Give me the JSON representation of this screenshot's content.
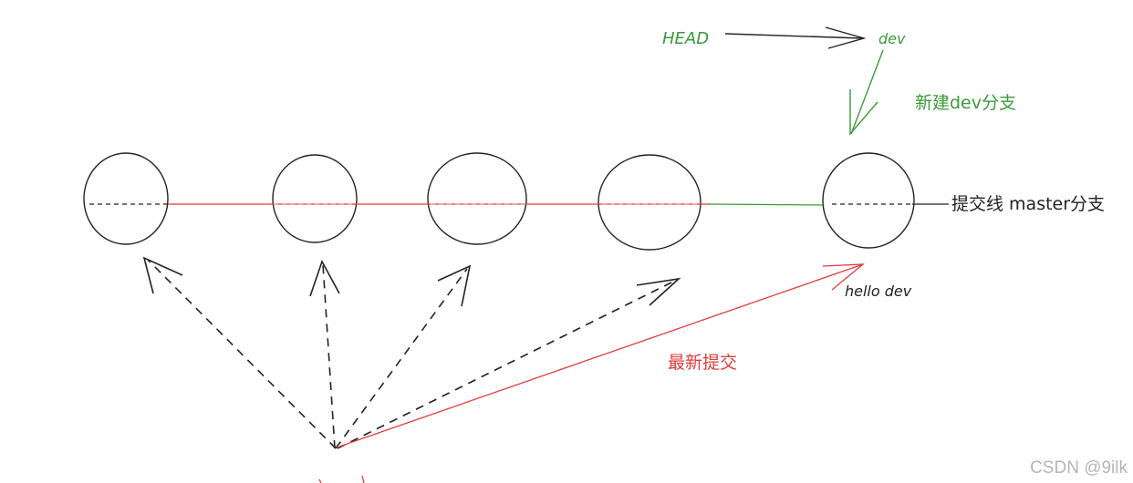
{
  "colors": {
    "ink": "#222222",
    "green": "#3a9a3a",
    "red": "#e23b3b",
    "watermark": "#b5b5b5"
  },
  "labels": {
    "head": "HEAD",
    "dev": "dev",
    "new_dev_branch": "新建dev分支",
    "master_line": "提交线 master分支",
    "hello_dev": "hello dev",
    "latest_commit": "最新提交"
  },
  "watermark": "CSDN @9ilk"
}
